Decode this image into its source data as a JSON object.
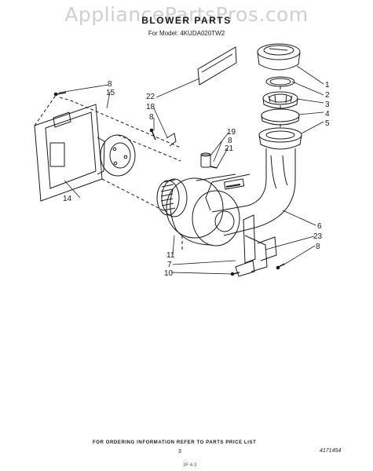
{
  "watermark": "AppliancePartsPros.com",
  "title": "BLOWER PARTS",
  "subtitle": "For Model: 4KUDA020TW2",
  "callouts": [
    "1",
    "2",
    "3",
    "4",
    "5",
    "6",
    "23",
    "8",
    "19",
    "8",
    "21",
    "22",
    "18",
    "8",
    "8",
    "15",
    "14",
    "11",
    "7",
    "10"
  ],
  "footer": {
    "ordering_note": "FOR ORDERING INFORMATION REFER TO PARTS PRICE LIST",
    "page_number": "3",
    "part_number": "4171454",
    "bottom_mark": "3F  4-3"
  }
}
